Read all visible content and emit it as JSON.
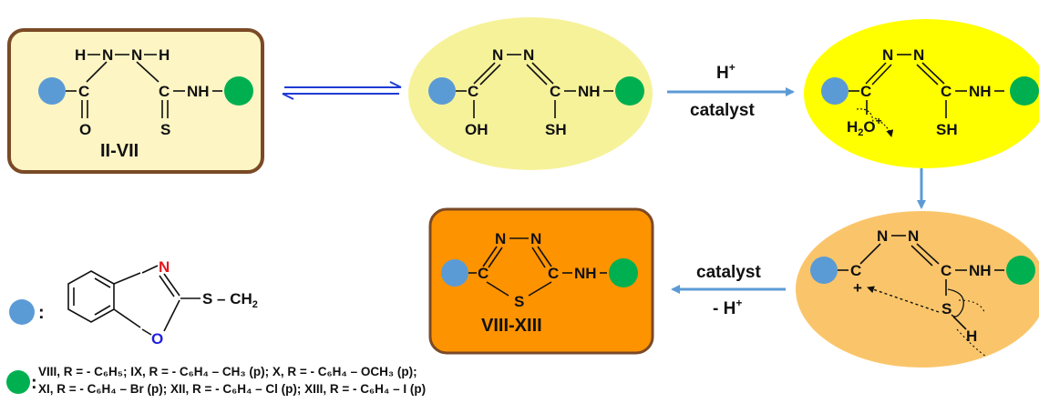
{
  "colors": {
    "blue_ring": "#5b9bd5",
    "green_group": "#00b050",
    "box_fill": "#fdf5c4",
    "box_border": "#7a4a26",
    "yellow_oval": "#f6f29a",
    "bright_yellow": "#ffff00",
    "light_orange": "#fac56a",
    "product_orange": "#fe9300",
    "arrow": "#5b9bd5",
    "equilibrium": "#1f3bd6",
    "nitrogen": "#e8141b",
    "oxygen": "#2020e0"
  },
  "labels": {
    "start": "II-VII",
    "product": "VIII-XIII"
  },
  "arrows": {
    "first_top": "H",
    "first_top_charge": "+",
    "first_bottom": "catalyst",
    "second_top": "catalyst",
    "second_bottom": "- H",
    "second_bottom_charge": "+"
  },
  "atoms": {
    "H": "H",
    "N": "N",
    "C": "C",
    "O": "O",
    "S": "S",
    "NH": "NH",
    "OH": "OH",
    "SH": "SH",
    "H2O_base": "H",
    "H2O_sub": "2",
    "H2O_O": "O",
    "plus": "+",
    "CH2_base": "S – CH",
    "CH2_sub": "2"
  },
  "legend": {
    "colon": ":",
    "line1": "VIII, R = - C₆H₅; IX, R = - C₆H₄ – CH₃ (p); X, R = - C₆H₄ – OCH₃ (p);",
    "line2": "XI, R = - C₆H₄ – Br (p); XII, R = - C₆H₄ – Cl (p); XIII, R = - C₆H₄ – I (p)"
  }
}
